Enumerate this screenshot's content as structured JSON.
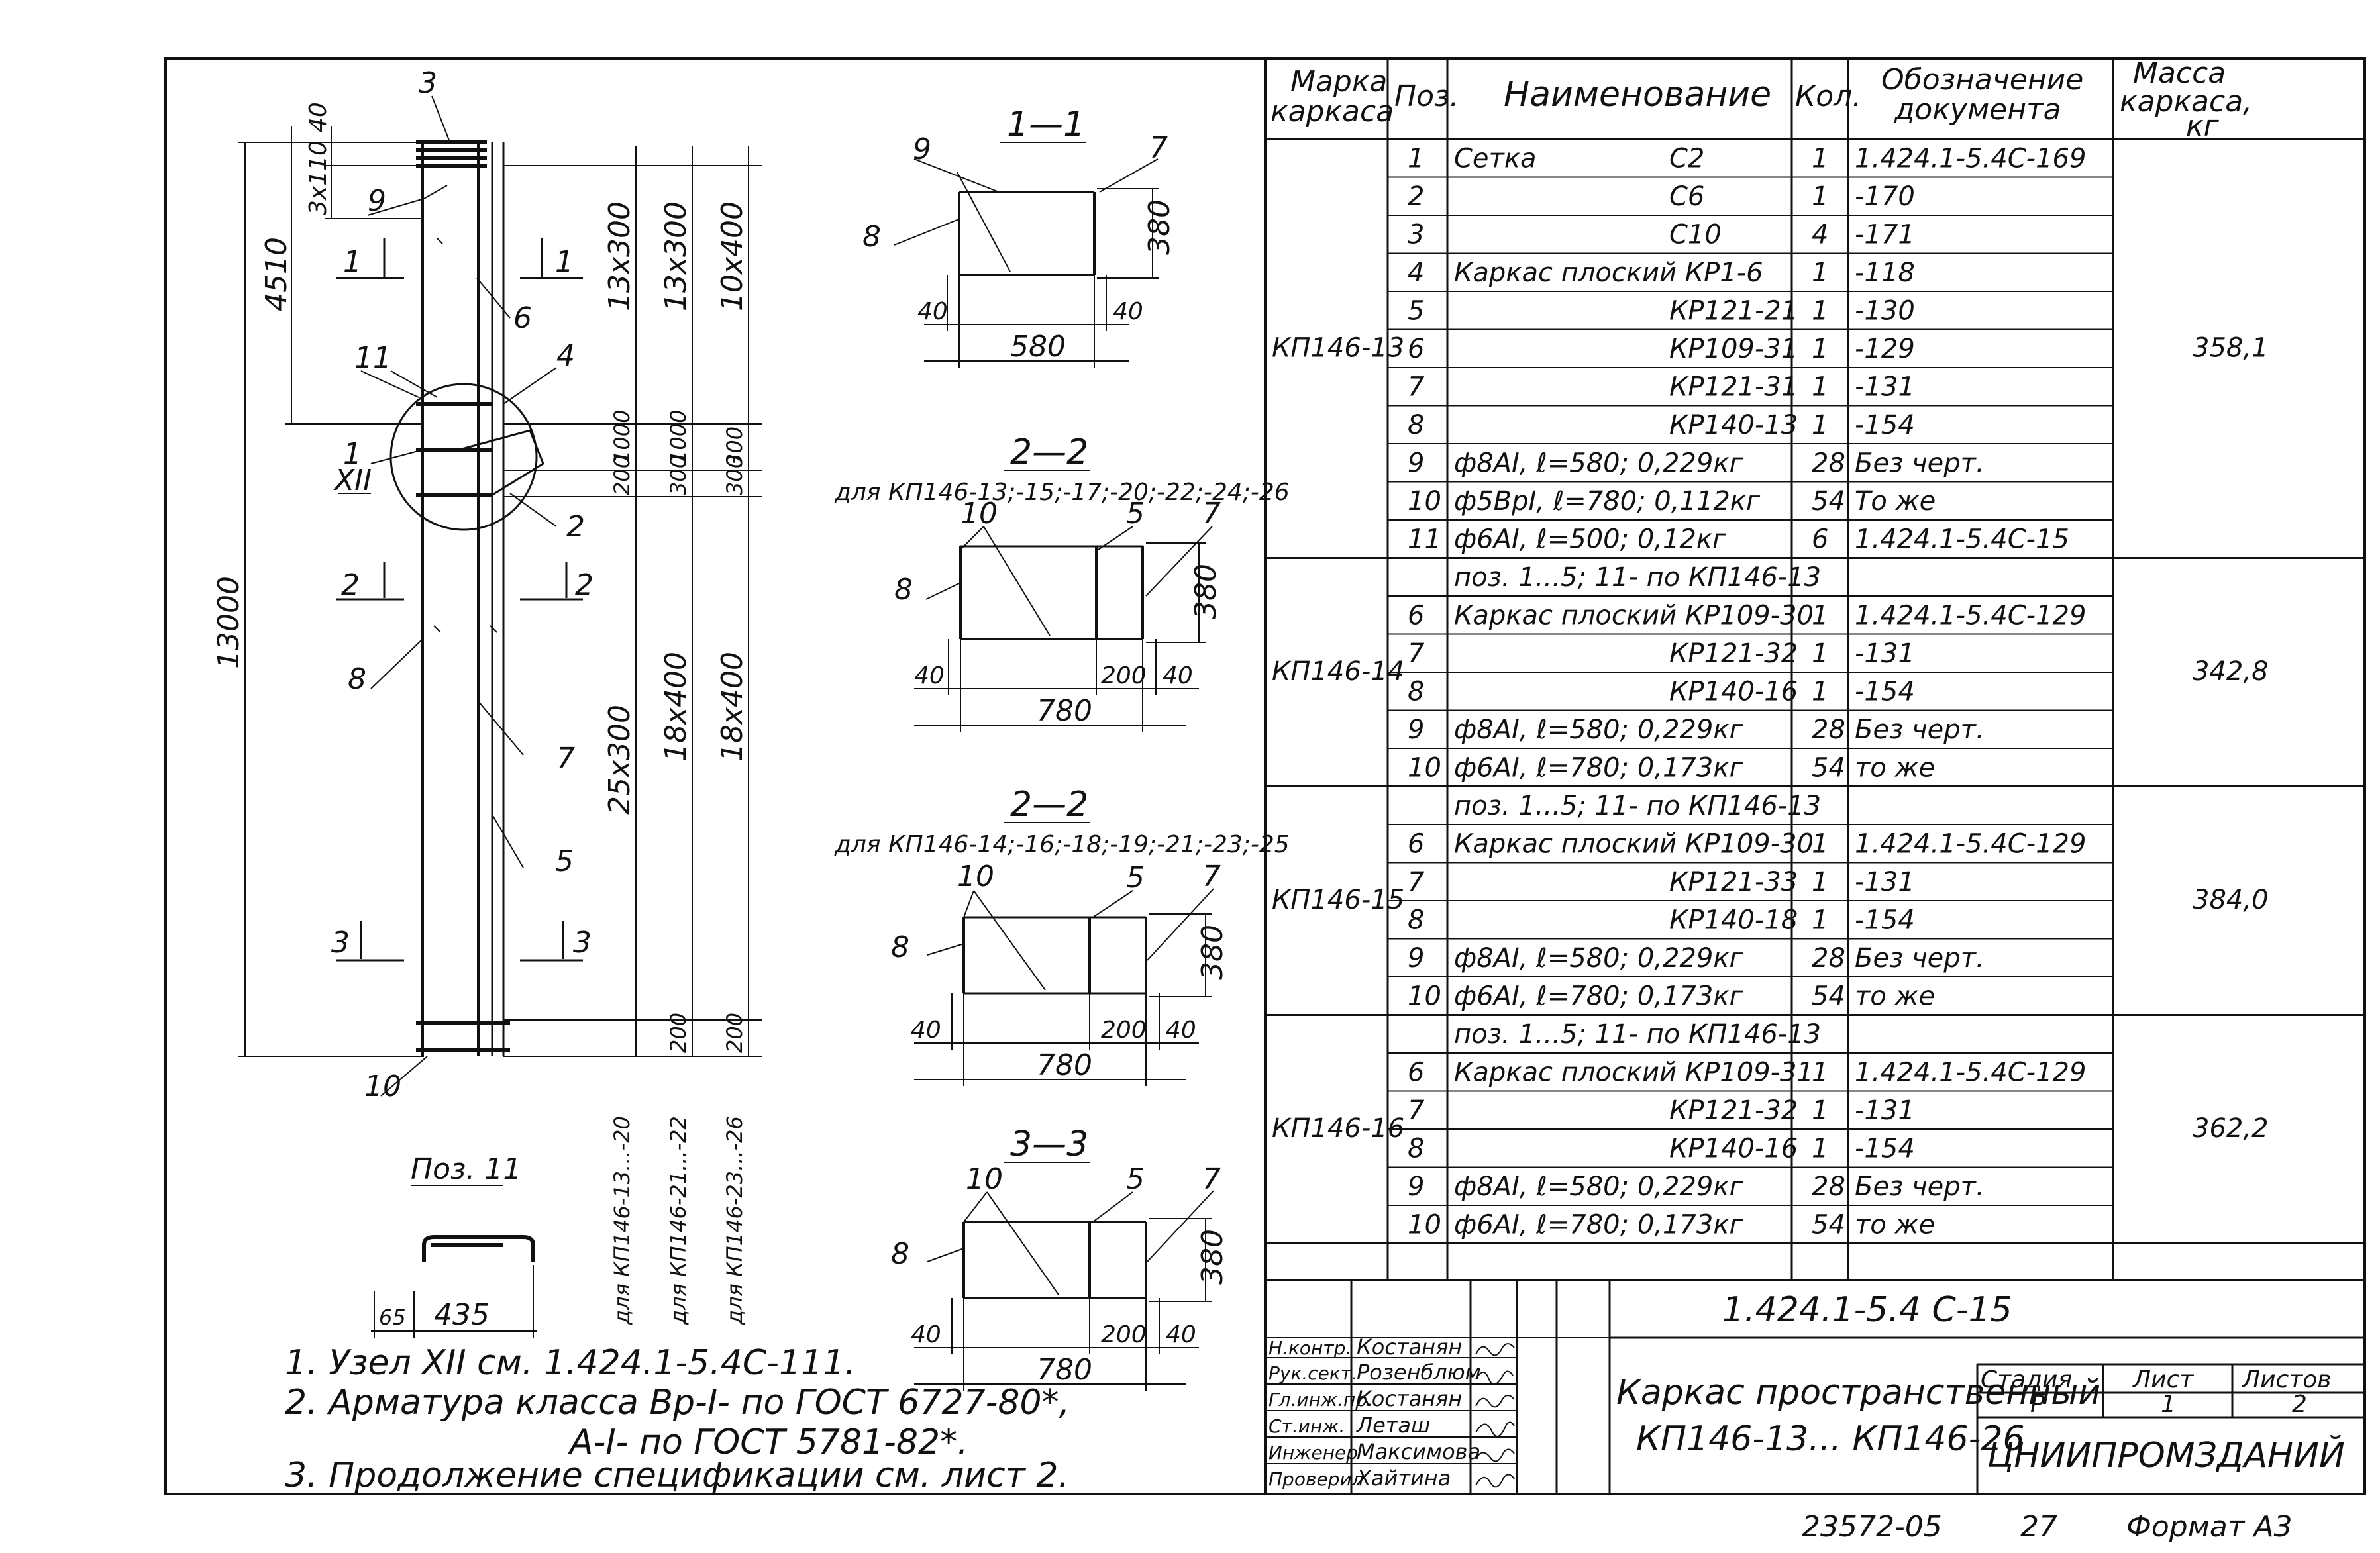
{
  "elevation": {
    "overall_height": "13000",
    "top_zone": "4510",
    "top_offset": "40",
    "top_pitch": "3x110",
    "col1": [
      "13x300",
      "1000",
      "200",
      "25x300",
      "для КП146-13...-20"
    ],
    "col2": [
      "13x300",
      "1000",
      "300",
      "18x400",
      "200",
      "для КП146-21...-22"
    ],
    "col3": [
      "10x400",
      "300",
      "300",
      "18x400",
      "200",
      "для КП146-23...-26"
    ],
    "node_label": "XII",
    "pos_marks": [
      "3",
      "9",
      "6",
      "11",
      "4",
      "1",
      "2",
      "8",
      "7",
      "5",
      "10"
    ],
    "section_marks": [
      "1",
      "1",
      "2",
      "2",
      "3",
      "3"
    ]
  },
  "pos11": {
    "title": "Поз. 11",
    "dim_a": "65",
    "dim_b": "435"
  },
  "sections": [
    {
      "title": "1—1",
      "subtitle": "",
      "marks": [
        "9",
        "7",
        "8"
      ],
      "height": "380",
      "left": "40",
      "right": "40",
      "width": "580",
      "inner": ""
    },
    {
      "title": "2—2",
      "subtitle": "для КП146-13;-15;-17;-20;-22;-24;-26",
      "marks": [
        "10",
        "5",
        "7",
        "8"
      ],
      "height": "380",
      "left": "40",
      "right": "40",
      "width": "780",
      "inner": "200"
    },
    {
      "title": "2—2",
      "subtitle": "для КП146-14;-16;-18;-19;-21;-23;-25",
      "marks": [
        "10",
        "5",
        "7",
        "8"
      ],
      "height": "380",
      "left": "40",
      "right": "40",
      "width": "780",
      "inner": "200"
    },
    {
      "title": "3—3",
      "subtitle": "",
      "marks": [
        "10",
        "5",
        "7",
        "8"
      ],
      "height": "380",
      "left": "40",
      "right": "40",
      "width": "780",
      "inner": "200"
    }
  ],
  "notes": [
    "1. Узел XII см. 1.424.1-5.4С-111.",
    "2. Арматура класса Вр-I- по ГОСТ 6727-80*,",
    "А-I- по ГОСТ 5781-82*.",
    "3. Продолжение спецификации см. лист 2."
  ],
  "table": {
    "headers": [
      "Марка каркаса",
      "Поз.",
      "Наименование",
      "Кол.",
      "Обозначение документа",
      "Масса каркаса, кг"
    ],
    "groups": [
      {
        "mark": "КП146-13",
        "mass": "358,1",
        "rows": [
          {
            "pos": "1",
            "name": "Сетка",
            "name_r": "С2",
            "qty": "1",
            "doc": "1.424.1-5.4С-169"
          },
          {
            "pos": "2",
            "name": "",
            "name_r": "С6",
            "qty": "1",
            "doc": "-170"
          },
          {
            "pos": "3",
            "name": "",
            "name_r": "С10",
            "qty": "4",
            "doc": "-171"
          },
          {
            "pos": "4",
            "name": "Каркас плоский КР1-6",
            "name_r": "",
            "qty": "1",
            "doc": "-118"
          },
          {
            "pos": "5",
            "name": "",
            "name_r": "КР121-21",
            "qty": "1",
            "doc": "-130"
          },
          {
            "pos": "6",
            "name": "",
            "name_r": "КР109-31",
            "qty": "1",
            "doc": "-129"
          },
          {
            "pos": "7",
            "name": "",
            "name_r": "КР121-31",
            "qty": "1",
            "doc": "-131"
          },
          {
            "pos": "8",
            "name": "",
            "name_r": "КР140-13",
            "qty": "1",
            "doc": "-154"
          },
          {
            "pos": "9",
            "name": "ф8АI, ℓ=580; 0,229кг",
            "name_r": "",
            "qty": "28",
            "doc": "Без черт."
          },
          {
            "pos": "10",
            "name": "ф5ВрI, ℓ=780; 0,112кг",
            "name_r": "",
            "qty": "54",
            "doc": "То же"
          },
          {
            "pos": "11",
            "name": "ф6АI, ℓ=500; 0,12кг",
            "name_r": "",
            "qty": "6",
            "doc": "1.424.1-5.4С-15"
          }
        ]
      },
      {
        "mark": "КП146-14",
        "mass": "342,8",
        "rows": [
          {
            "pos": "",
            "name": "поз. 1...5; 11- по КП146-13",
            "name_r": "",
            "qty": "",
            "doc": ""
          },
          {
            "pos": "6",
            "name": "Каркас плоский КР109-30",
            "name_r": "",
            "qty": "1",
            "doc": "1.424.1-5.4С-129"
          },
          {
            "pos": "7",
            "name": "",
            "name_r": "КР121-32",
            "qty": "1",
            "doc": "-131"
          },
          {
            "pos": "8",
            "name": "",
            "name_r": "КР140-16",
            "qty": "1",
            "doc": "-154"
          },
          {
            "pos": "9",
            "name": "ф8АI, ℓ=580; 0,229кг",
            "name_r": "",
            "qty": "28",
            "doc": "Без черт."
          },
          {
            "pos": "10",
            "name": "ф6АI, ℓ=780; 0,173кг",
            "name_r": "",
            "qty": "54",
            "doc": "то же"
          }
        ]
      },
      {
        "mark": "КП146-15",
        "mass": "384,0",
        "rows": [
          {
            "pos": "",
            "name": "поз. 1...5; 11- по КП146-13",
            "name_r": "",
            "qty": "",
            "doc": ""
          },
          {
            "pos": "6",
            "name": "Каркас плоский КР109-30",
            "name_r": "",
            "qty": "1",
            "doc": "1.424.1-5.4С-129"
          },
          {
            "pos": "7",
            "name": "",
            "name_r": "КР121-33",
            "qty": "1",
            "doc": "-131"
          },
          {
            "pos": "8",
            "name": "",
            "name_r": "КР140-18",
            "qty": "1",
            "doc": "-154"
          },
          {
            "pos": "9",
            "name": "ф8АI, ℓ=580; 0,229кг",
            "name_r": "",
            "qty": "28",
            "doc": "Без черт."
          },
          {
            "pos": "10",
            "name": "ф6АI, ℓ=780; 0,173кг",
            "name_r": "",
            "qty": "54",
            "doc": "то же"
          }
        ]
      },
      {
        "mark": "КП146-16",
        "mass": "362,2",
        "rows": [
          {
            "pos": "",
            "name": "поз. 1...5; 11- по КП146-13",
            "name_r": "",
            "qty": "",
            "doc": ""
          },
          {
            "pos": "6",
            "name": "Каркас плоский КР109-31",
            "name_r": "",
            "qty": "1",
            "doc": "1.424.1-5.4С-129"
          },
          {
            "pos": "7",
            "name": "",
            "name_r": "КР121-32",
            "qty": "1",
            "doc": "-131"
          },
          {
            "pos": "8",
            "name": "",
            "name_r": "КР140-16",
            "qty": "1",
            "doc": "-154"
          },
          {
            "pos": "9",
            "name": "ф8АI, ℓ=580; 0,229кг",
            "name_r": "",
            "qty": "28",
            "doc": "Без черт."
          },
          {
            "pos": "10",
            "name": "ф6АI, ℓ=780; 0,173кг",
            "name_r": "",
            "qty": "54",
            "doc": "то же"
          }
        ]
      }
    ]
  },
  "title_block": {
    "code": "1.424.1-5.4 С-15",
    "roles": [
      "Н.контр.",
      "Рук.сект.",
      "Гл.инж.пр.",
      "Ст.инж.",
      "Инженер",
      "Проверил"
    ],
    "names": [
      "Костанян",
      "Розенблюм",
      "Костанян",
      "Леташ",
      "Максимова",
      "Хайтина"
    ],
    "description_1": "Каркас пространственный",
    "description_2": "КП146-13... КП146-26",
    "stage_label": "Стадия",
    "sheet_label": "Лист",
    "sheets_label": "Листов",
    "stage": "Р",
    "sheet": "1",
    "sheets": "2",
    "org": "ЦНИИПРОМЗДАНИЙ",
    "footer_num": "23572-05",
    "footer_page": "27",
    "footer_format": "Формат А3"
  }
}
